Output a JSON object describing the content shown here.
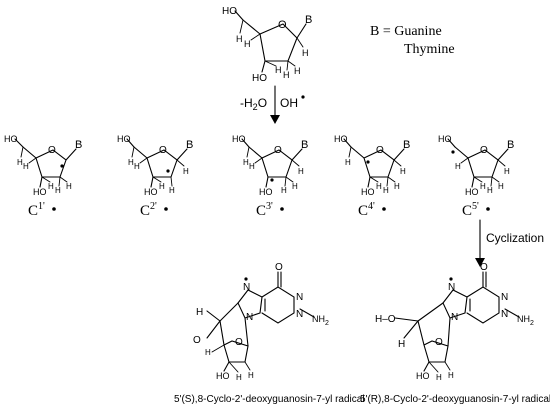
{
  "top": {
    "atoms": {
      "oh_top": "HO",
      "h": "H",
      "b": "B",
      "o": "O",
      "ho_bottom": "HO"
    }
  },
  "base_note": {
    "line1": "B = Guanine",
    "line2": "Thymine"
  },
  "reaction1": {
    "left": "-H",
    "left_sub": "2",
    "left_tail": "O",
    "right": "OH"
  },
  "radicals": [
    {
      "label": "C",
      "sub": "1",
      "prime": "'"
    },
    {
      "label": "C",
      "sub": "2",
      "prime": "'"
    },
    {
      "label": "C",
      "sub": "3",
      "prime": "'"
    },
    {
      "label": "C",
      "sub": "4",
      "prime": "'"
    },
    {
      "label": "C",
      "sub": "5",
      "prime": "'"
    }
  ],
  "reaction2": {
    "label": "Cyclization"
  },
  "products": {
    "left_caption": "5'(S),8-Cyclo-2'-deoxyguanosin-7-yl radical",
    "right_caption": "5'(R),8-Cyclo-2'-deoxyguanosin-7-yl radical",
    "atoms": {
      "n": "N",
      "o": "O",
      "nh2": "NH",
      "nh2_sub": "2",
      "h": "H",
      "ho": "HO",
      "ho_left": "H–O"
    }
  }
}
